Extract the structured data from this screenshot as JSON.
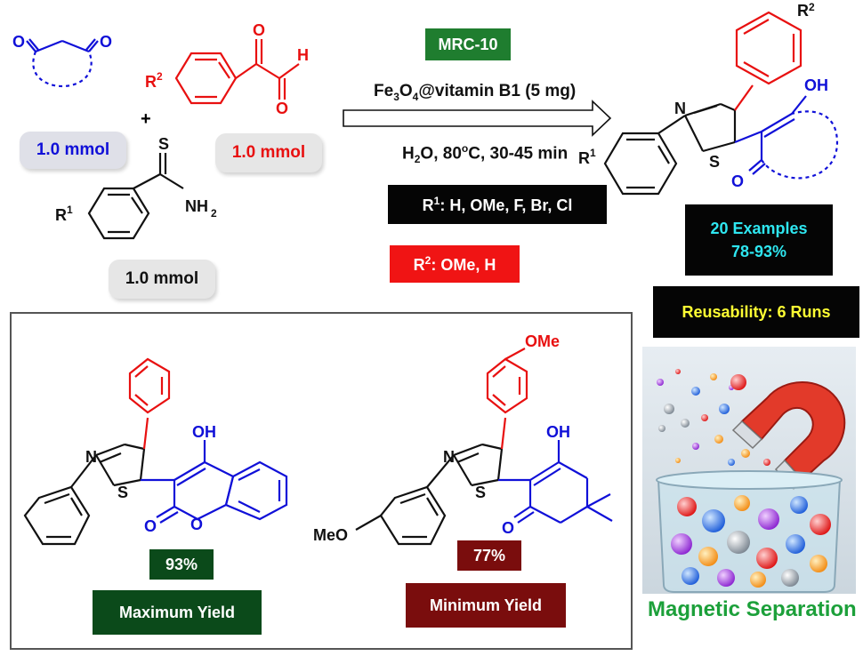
{
  "reactants": {
    "dione_amount": "1.0 mmol",
    "glyoxal_amount": "1.0 mmol",
    "thioamide_amount": "1.0 mmol",
    "plus": "+",
    "r2_label": "R",
    "r2_sup": "2",
    "r1_label": "R",
    "r1_sup": "1",
    "o": "O",
    "h": "H",
    "s": "S",
    "nh2": "NH",
    "nh2_sub": "2"
  },
  "conditions": {
    "catalyst_code": "MRC-10",
    "catalyst_a": "Fe",
    "catalyst_a_sub": "3",
    "catalyst_b": "O",
    "catalyst_b_sub": "4",
    "catalyst_c": "@vitamin B1 (5 mg)",
    "solvent_a": "H",
    "solvent_a_sub": "2",
    "solvent_b": "O, 80",
    "solvent_sup": "o",
    "solvent_c": "C, 30-45 min",
    "r1_scope_prefix": "R",
    "r1_scope_sup": "1",
    "r1_scope_text": ": H, OMe, F, Br, Cl",
    "r2_scope_prefix": "R",
    "r2_scope_sup": "2",
    "r2_scope_text": ": OMe, H"
  },
  "product": {
    "n": "N",
    "s": "S",
    "oh": "OH",
    "o": "O",
    "r1": "R",
    "r1_sup": "1",
    "r2": "R",
    "r2_sup": "2"
  },
  "results": {
    "examples": "20 Examples",
    "yield_range": "78-93%",
    "reusability": "Reusability: 6 Runs",
    "magnetic_separation": "Magnetic Separation"
  },
  "examples_panel": {
    "max_yield_value": "93%",
    "max_yield_label": "Maximum Yield",
    "min_yield_value": "77%",
    "min_yield_label": "Minimum Yield",
    "ome": "OMe",
    "meo": "MeO",
    "oh": "OH",
    "o": "O",
    "n": "N",
    "s": "S"
  },
  "colors": {
    "blue": "#1010d8",
    "red": "#e81010",
    "catalyst_green": "#1f7d2f",
    "dark_green": "#0b4a1a",
    "dark_red": "#7a0d0d",
    "cyan_text": "#2ee6f0",
    "yellow_text": "#ffff33",
    "magnetic_green": "#1ca03a"
  }
}
